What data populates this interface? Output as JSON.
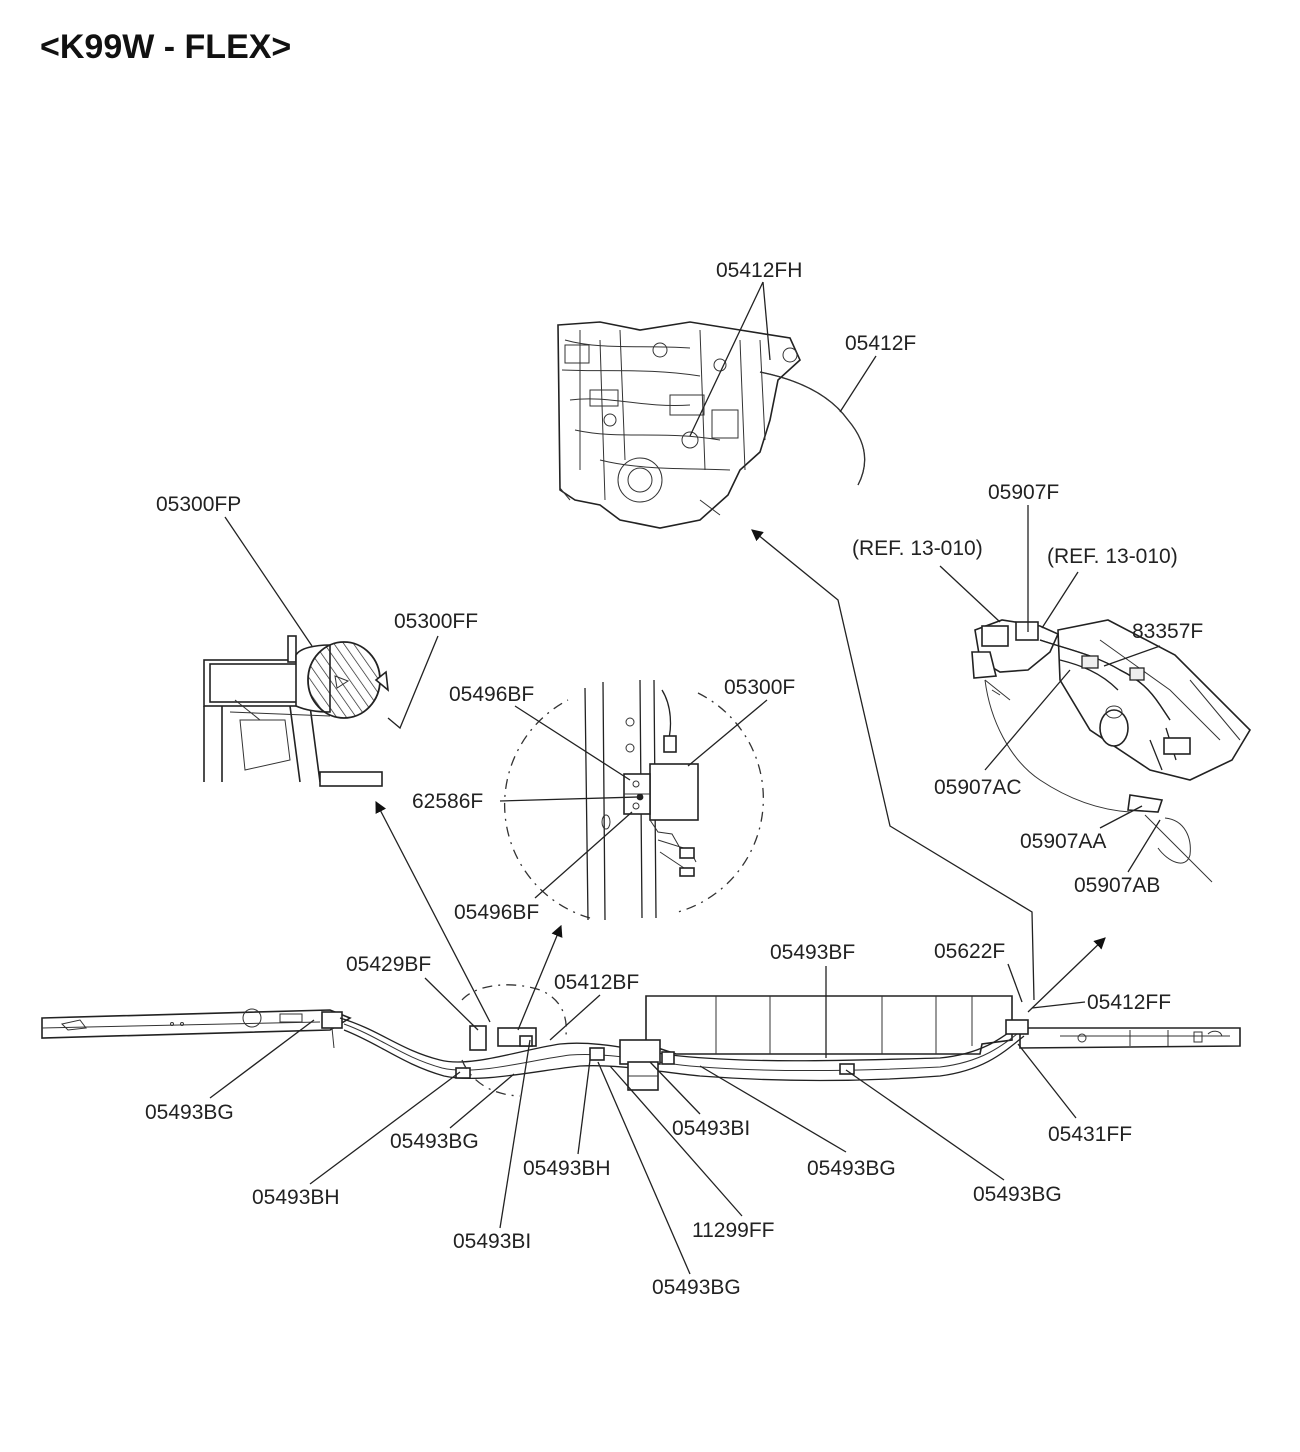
{
  "title": "<K99W - FLEX>",
  "labels": {
    "l_05412FH": "05412FH",
    "l_05412F": "05412F",
    "l_05300FP": "05300FP",
    "l_05300FF": "05300FF",
    "l_05496BF_top": "05496BF",
    "l_05300F": "05300F",
    "l_62586F": "62586F",
    "l_05496BF_bot": "05496BF",
    "l_05907F": "05907F",
    "l_ref1": "(REF. 13-010)",
    "l_ref2": "(REF. 13-010)",
    "l_83357F": "83357F",
    "l_05907AC": "05907AC",
    "l_05907AA": "05907AA",
    "l_05907AB": "05907AB",
    "l_05429BF": "05429BF",
    "l_05412BF": "05412BF",
    "l_05493BF": "05493BF",
    "l_05622F": "05622F",
    "l_05412FF": "05412FF",
    "l_05431FF": "05431FF",
    "l_05493BG_1": "05493BG",
    "l_05493BG_2": "05493BG",
    "l_05493BH_1": "05493BH",
    "l_05493BH_2": "05493BH",
    "l_05493BI_1": "05493BI",
    "l_05493BI_2": "05493BI",
    "l_11299FF": "11299FF",
    "l_05493BG_3": "05493BG",
    "l_05493BG_4": "05493BG",
    "l_05493BG_5": "05493BG"
  }
}
